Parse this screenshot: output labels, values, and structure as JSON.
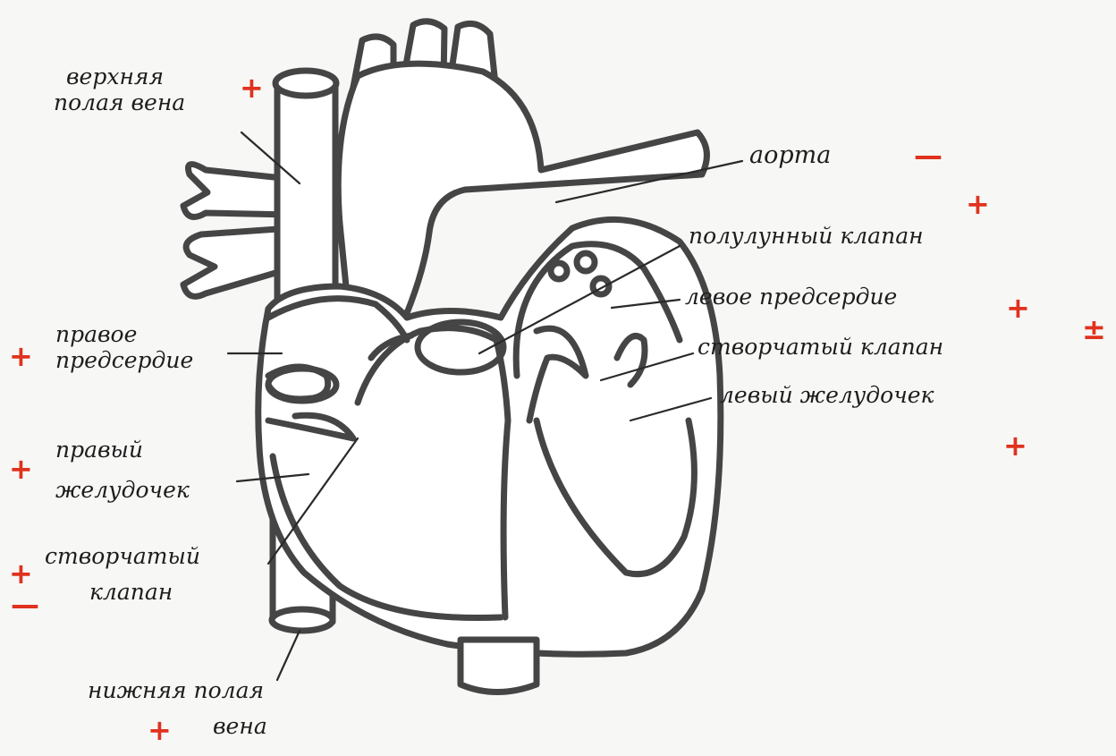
{
  "colors": {
    "ink": "#454545",
    "mark": "#e0321e",
    "paper": "#f7f7f6"
  },
  "labels": {
    "superior_vena_cava": [
      "верхняя",
      "полая вена"
    ],
    "aorta": "аорта",
    "semilunar_valve": "полулунный клапан",
    "left_atrium": "левое предсердие",
    "right_atrium": [
      "правое",
      "предсердие"
    ],
    "cuspid_valve_left": "створчатый клапан",
    "left_ventricle": "левый желудочек",
    "right_ventricle": [
      "правый",
      "желудочек"
    ],
    "cuspid_valve_right": [
      "створчатый",
      "клапан"
    ],
    "inferior_vena_cava": [
      "нижняя полая",
      "вена"
    ]
  },
  "marks": {
    "superior_vena_cava": "+",
    "aorta": "—",
    "semilunar_valve": "+",
    "left_atrium": "+",
    "cuspid_valve_left": "±",
    "left_ventricle": "+",
    "right_atrium": "+",
    "right_ventricle": "+",
    "cuspid_valve_right_plus": "+",
    "cuspid_valve_right_minus": "—",
    "inferior_vena_cava": "+"
  }
}
